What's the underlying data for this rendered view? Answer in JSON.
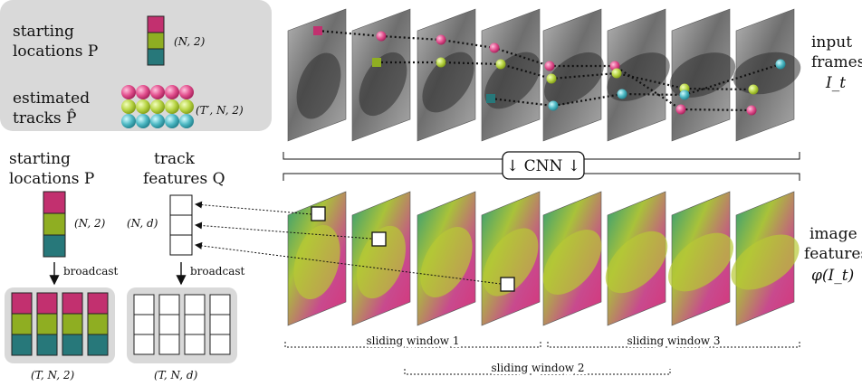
{
  "legend": {
    "starting_label_1": "starting",
    "starting_label_2": "locations P",
    "starting_dims": "(N, 2)",
    "estimated_label_1": "estimated",
    "estimated_label_2": "tracks P̂",
    "estimated_dims": "(T′, N, 2)"
  },
  "left": {
    "start_title_1": "starting",
    "start_title_2": "locations P",
    "start_dims": "(N, 2)",
    "track_title_1": "track",
    "track_title_2": "features Q",
    "track_dims": "(N, d)",
    "broadcast_left": "broadcast",
    "broadcast_right": "broadcast",
    "bottom_left_dims": "(T, N, 2)",
    "bottom_right_dims": "(T, N, d)"
  },
  "pipeline": {
    "cnn_label": "↓ CNN ↓",
    "input_frames_1": "input",
    "input_frames_2": "frames",
    "input_frames_3": "I_t",
    "image_features_1": "image",
    "image_features_2": "features",
    "image_features_3": "φ(I_t)",
    "window_1": "sliding window 1",
    "window_2": "sliding window 2",
    "window_3": "sliding window 3"
  },
  "colors": {
    "magenta": "#c2306f",
    "lime": "#8fae22",
    "teal": "#27787a",
    "panel_gray": "#d9d9d9",
    "frame_gray": "#8a8a8a"
  }
}
